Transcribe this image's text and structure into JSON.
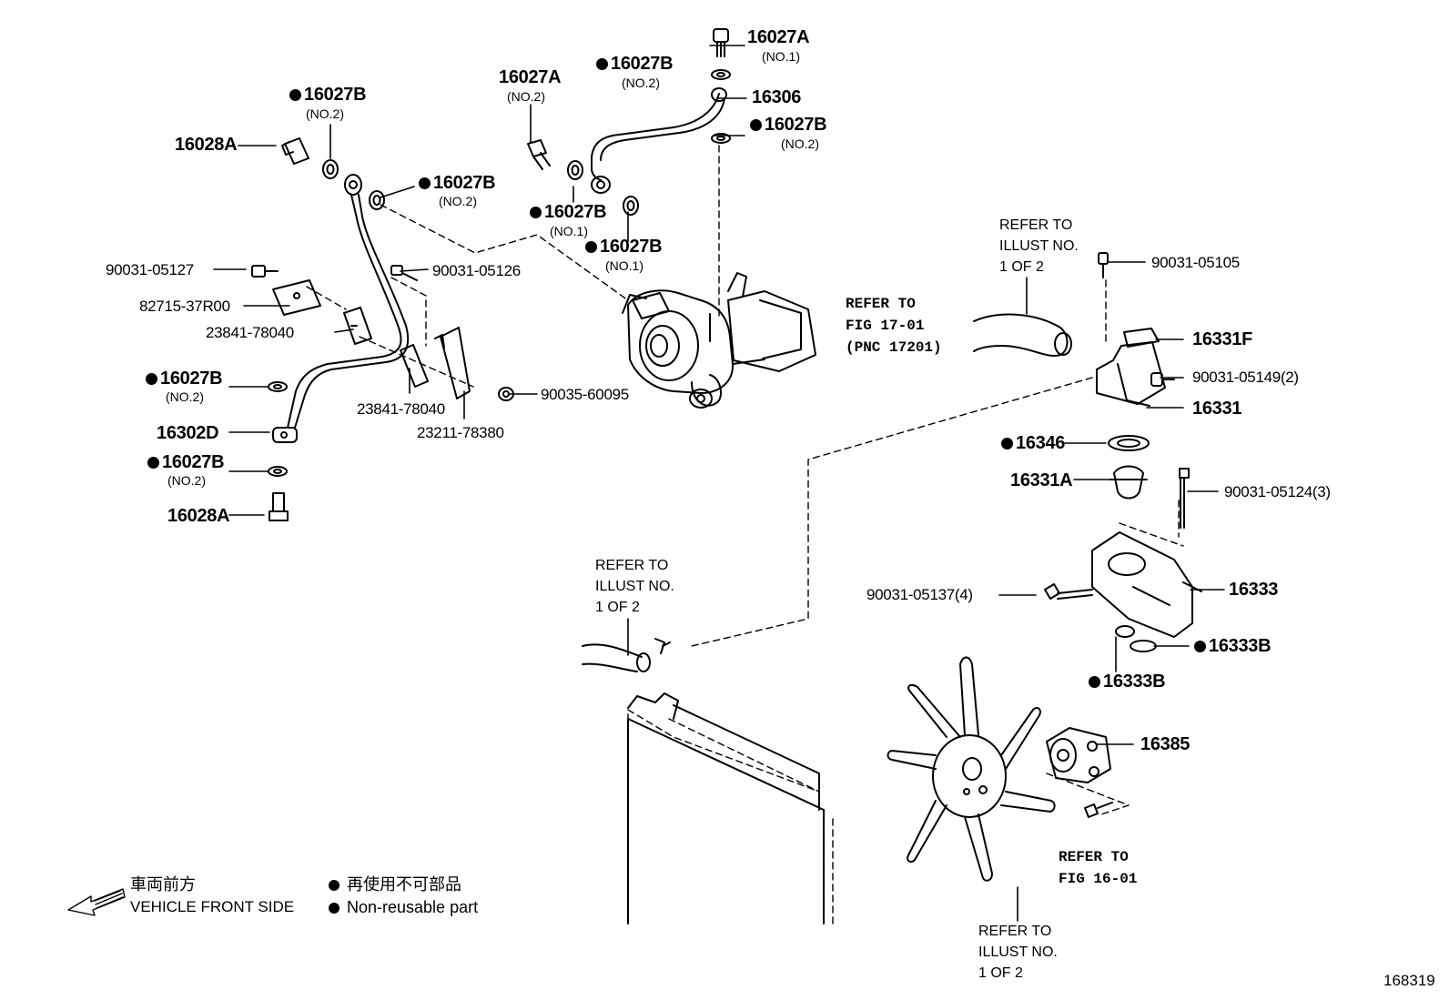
{
  "diagram_id": "168319",
  "legend": {
    "front_jp": "車両前方",
    "front_en": "VEHICLE FRONT SIDE",
    "nonreuse_jp": "再使用不可部品",
    "nonreuse_en": "Non-reusable part"
  },
  "refs": {
    "illust_1_text": "REFER TO\nILLUST NO.\n1 OF 2",
    "illust_2_text": "REFER TO\nILLUST NO.\n1 OF 2",
    "illust_3_text": "REFER TO\nILLUST NO.\n1 OF 2",
    "fig_17": "REFER TO\nFIG 17-01\n(PNC 17201)",
    "fig_16": "REFER TO\nFIG 16-01"
  },
  "parts": {
    "p_16027A_top": "16027A",
    "p_16027A_top_sub": "(NO.1)",
    "p_16027B_a": "16027B",
    "p_16027B_a_sub": "(NO.2)",
    "p_16306": "16306",
    "p_16027B_b": "16027B",
    "p_16027B_b_sub": "(NO.2)",
    "p_16027A_mid": "16027A",
    "p_16027A_mid_sub": "(NO.2)",
    "p_16027B_c": "16027B",
    "p_16027B_c_sub": "(NO.2)",
    "p_16028A_top": "16028A",
    "p_16027B_d": "16027B",
    "p_16027B_d_sub": "(NO.2)",
    "p_16027B_e": "16027B",
    "p_16027B_e_sub": "(NO.1)",
    "p_16027B_f": "16027B",
    "p_16027B_f_sub": "(NO.1)",
    "p_90031_05127": "90031-05127",
    "p_90031_05126": "90031-05126",
    "p_82715_37R00": "82715-37R00",
    "p_23841_78040_a": "23841-78040",
    "p_16027B_g": "16027B",
    "p_16027B_g_sub": "(NO.2)",
    "p_90035_60095": "90035-60095",
    "p_23841_78040_b": "23841-78040",
    "p_23211_78380": "23211-78380",
    "p_16302D": "16302D",
    "p_16027B_h": "16027B",
    "p_16027B_h_sub": "(NO.2)",
    "p_16028A_bot": "16028A",
    "p_90031_05105": "90031-05105",
    "p_16331F": "16331F",
    "p_90031_05149": "90031-05149(2)",
    "p_16331": "16331",
    "p_16346": "16346",
    "p_16331A": "16331A",
    "p_90031_05124": "90031-05124(3)",
    "p_90031_05137": "90031-05137(4)",
    "p_16333": "16333",
    "p_16333B_a": "16333B",
    "p_16333B_b": "16333B",
    "p_16385": "16385"
  },
  "colors": {
    "ink": "#000000",
    "paper": "#ffffff"
  }
}
